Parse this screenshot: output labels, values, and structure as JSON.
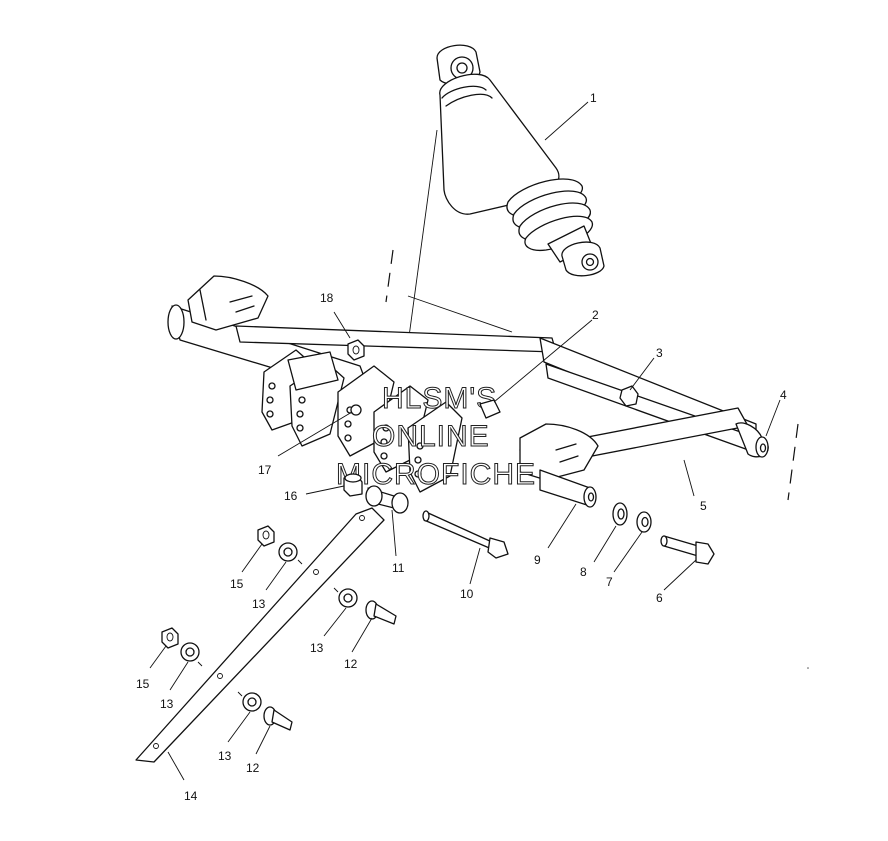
{
  "callouts": [
    {
      "id": "c1",
      "text": "1"
    },
    {
      "id": "c2",
      "text": "2"
    },
    {
      "id": "c3",
      "text": "3"
    },
    {
      "id": "c4",
      "text": "4"
    },
    {
      "id": "c5",
      "text": "5"
    },
    {
      "id": "c6",
      "text": "6"
    },
    {
      "id": "c7",
      "text": "7"
    },
    {
      "id": "c8",
      "text": "8"
    },
    {
      "id": "c9",
      "text": "9"
    },
    {
      "id": "c10",
      "text": "10"
    },
    {
      "id": "c11",
      "text": "11"
    },
    {
      "id": "c12a",
      "text": "12"
    },
    {
      "id": "c12b",
      "text": "12"
    },
    {
      "id": "c13a",
      "text": "13"
    },
    {
      "id": "c13b",
      "text": "13"
    },
    {
      "id": "c13c",
      "text": "13"
    },
    {
      "id": "c13d",
      "text": "13"
    },
    {
      "id": "c14",
      "text": "14"
    },
    {
      "id": "c15a",
      "text": "15"
    },
    {
      "id": "c15b",
      "text": "15"
    },
    {
      "id": "c16",
      "text": "16"
    },
    {
      "id": "c17",
      "text": "17"
    },
    {
      "id": "c18",
      "text": "18"
    }
  ],
  "watermark": {
    "line1": "HLSM'S",
    "line2": "ONLINE",
    "line3": "MICROFICHE"
  }
}
